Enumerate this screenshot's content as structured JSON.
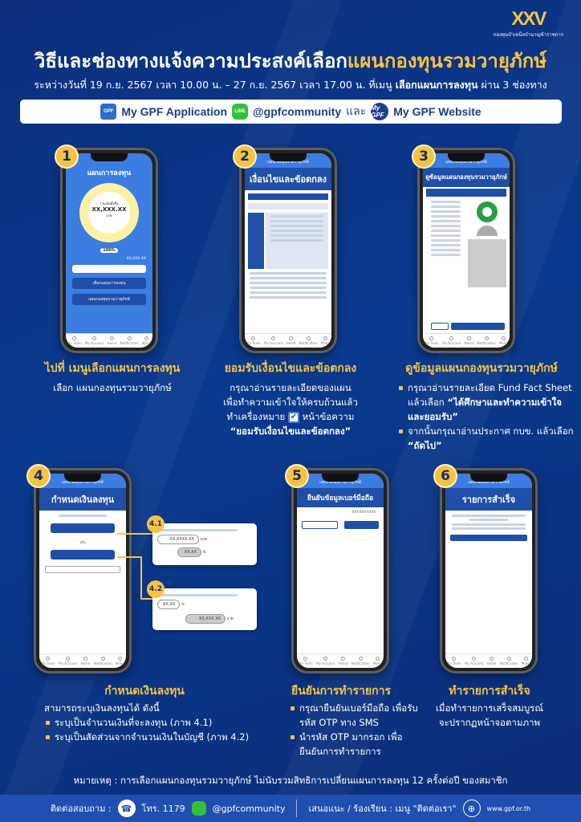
{
  "logo": {
    "mark": "XXV",
    "subtitle": "กองทุนบำเหน็จบำนาญข้าราชการ"
  },
  "header": {
    "title_main": "วิธีและช่องทางแจ้งความประสงค์เลือก",
    "title_highlight": "แผนกองทุนรวมวายุภักษ์",
    "subtitle_pre": "ระหว่างวันที่ 19 ก.ย. 2567 เวลา 10.00 น. – 27 ก.ย. 2567 เวลา 17.00 น. ที่เมนู",
    "subtitle_bold": "เลือกแผนการลงทุน",
    "subtitle_post": "ผ่าน 3 ช่องทาง"
  },
  "channels": {
    "app_icon": "GPF",
    "app": "My GPF Application",
    "line_icon": "LINE",
    "line": "@gpfcommunity",
    "and": "และ",
    "web_icon": "My GPF",
    "web": "My GPF Website"
  },
  "phone_nav": [
    "My Team",
    "My Account",
    "Home",
    "Notification",
    "Menu"
  ],
  "steps": [
    {
      "num": "1",
      "screen_title": "แผนการลงทุน",
      "total_label": "รวมเงินทั้งสิ้น",
      "amount": "XX,XXX.XX",
      "unit": "บาท",
      "percent": "100%",
      "plan_value": "XX,XXX.XX",
      "btn1": "เลือกแผนการลงทุน",
      "btn2": "แผนกองทุนรวมวายุภักษ์",
      "title": "ไปที่ เมนูเลือกแผนการลงทุน",
      "text": "เลือก แผนกองทุนรวมวายุภักษ์"
    },
    {
      "num": "2",
      "topbar": "แผนกองทุนรวมวายุภักษ์",
      "screen_title": "เงื่อนไขและข้อตกลง",
      "title": "ยอมรับเงื่อนไขและข้อตกลง",
      "text1": "กรุณาอ่านรายละเอียดของแผน",
      "text2": "เพื่อทำความเข้าใจให้ครบถ้วนแล้ว",
      "text3a": "ทำเครื่องหมาย",
      "check": "✔",
      "text3b": "หน้าข้อความ",
      "text4": "“ยอมรับเงื่อนไขและข้อตกลง”"
    },
    {
      "num": "3",
      "topbar": "แผนกองทุนรวมวายุภักษ์",
      "screen_title": "ดูข้อมูลแผนกองทุนรวมวายุภักษ์",
      "title": "ดูข้อมูลแผนกองทุนรวมวายุภักษ์",
      "b1_pre": "กรุณาอ่านรายละเอียด Fund Fact Sheet แล้วเลือก",
      "b1_bold": "“ได้ศึกษาและทำความเข้าใจและยอมรับ”",
      "b2_pre": "จากนั้นกรุณาอ่านประกาศ กบข. แล้วเลือก",
      "b2_bold": "“ถัดไป”"
    },
    {
      "num": "4",
      "topbar": "แผนกองทุนรวมวายุภักษ์",
      "screen_title": "กำหนดเงินลงทุน",
      "or": "หรือ",
      "title": "กำหนดเงินลงทุน",
      "intro": "สามารถระบุเงินลงทุนได้ ดังนี้",
      "b1": "ระบุเป็นจำนวนเงินที่จะลงทุน (ภาพ 4.1)",
      "b2": "ระบุเป็นสัดส่วนจากจำนวนเงินในบัญชี (ภาพ 4.2)",
      "callout1": {
        "label": "4.1",
        "amount": "XX,XXXX.XX",
        "unit": "บาท",
        "pct": "XX.XX",
        "pct_unit": "%"
      },
      "callout2": {
        "label": "4.2",
        "pct": "XX.XX",
        "pct_unit": "%",
        "amount": "XX,XXX.XX",
        "unit": "บาท"
      }
    },
    {
      "num": "5",
      "topbar": "แผนกองทุนรวมวายุภักษ์",
      "screen_title": "ยืนยันข้อมูลเบอร์มือถือ",
      "phone_mask": "XXX-XXX-XXXX",
      "title": "ยืนยันการทำรายการ",
      "b1": "กรุณายืนยันเบอร์มือถือ เพื่อรับรหัส OTP ทาง SMS",
      "b2": "นำรหัส OTP มากรอก เพื่อยืนยันการทำรายการ"
    },
    {
      "num": "6",
      "topbar": "แผนกองทุนรวมวายุภักษ์",
      "screen_title": "รายการสำเร็จ",
      "title": "ทำรายการสำเร็จ",
      "text1": "เมื่อทำรายการเสร็จสมบูรณ์",
      "text2": "จะปรากฏหน้าจอตามภาพ"
    }
  ],
  "note": "หมายเหตุ : การเลือกแผนกองทุนรวมวายุภักษ์ ไม่นับรวมสิทธิการเปลี่ยนแผนการลงทุน 12 ครั้งต่อปี ของสมาชิก",
  "footer": {
    "contact_label": "ติดต่อสอบถาม :",
    "phone": "โทร. 1179",
    "line": "@gpfcommunity",
    "feedback": "เสนอแนะ / ร้องเรียน : เมนู \"ติดต่อเรา\"",
    "website": "www.gpf.or.th"
  },
  "colors": {
    "accent": "#f6c341",
    "navy": "#0c2f7e",
    "app_blue": "#1f4fa8"
  }
}
